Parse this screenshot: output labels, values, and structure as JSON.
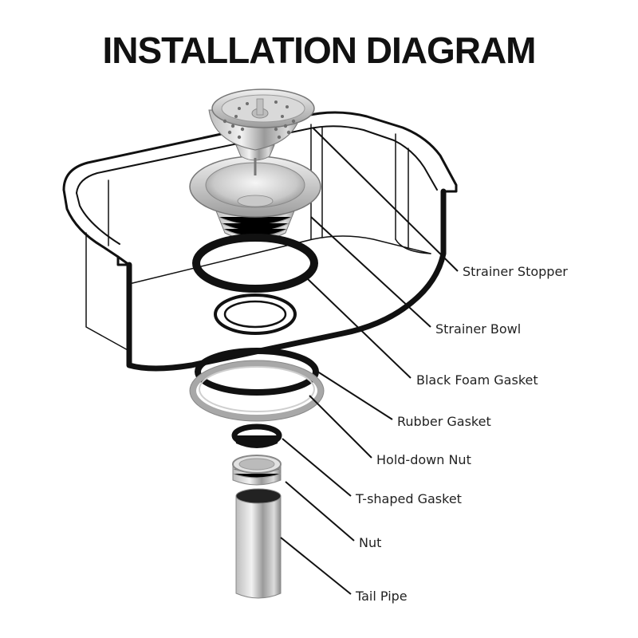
{
  "title": "INSTALLATION DIAGRAM",
  "colors": {
    "ink": "#111111",
    "steel_light": "#e6e6e6",
    "steel_dark": "#8a8a8a",
    "gasket": "#111111"
  },
  "labels": {
    "strainer_stopper": "Strainer Stopper",
    "strainer_bowl": "Strainer Bowl",
    "black_foam_gasket": "Black Foam Gasket",
    "rubber_gasket": "Rubber Gasket",
    "hold_down_nut": "Hold-down Nut",
    "t_shaped_gasket": "T-shaped Gasket",
    "nut": "Nut",
    "tail_pipe": "Tail Pipe"
  }
}
